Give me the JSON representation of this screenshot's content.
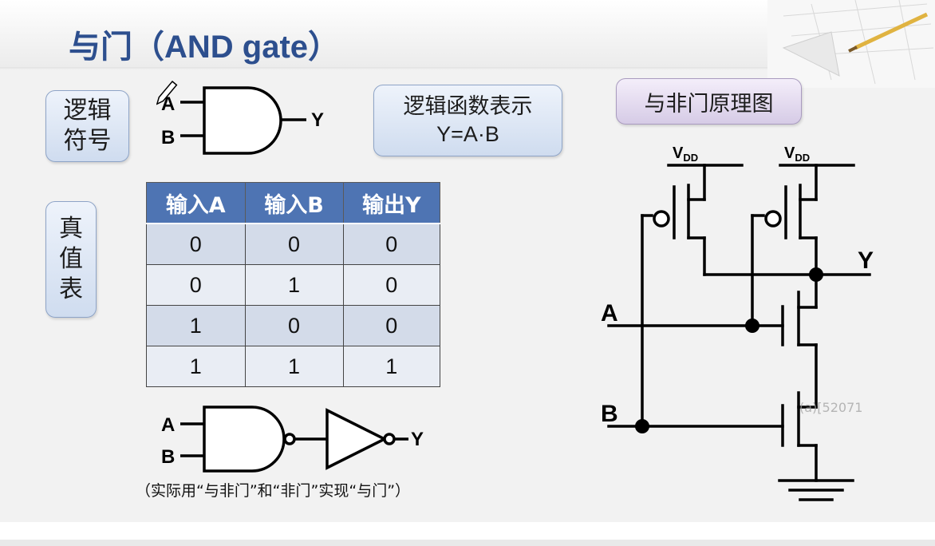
{
  "title": "与门（AND gate）",
  "labels": {
    "logic_symbol": "逻辑符号",
    "truth_table": "真值表",
    "function_heading": "逻辑函数表示",
    "function_expr": "Y=A·B",
    "nand_schematic": "与非门原理图"
  },
  "symbol": {
    "in_a": "A",
    "in_b": "B",
    "out_y": "Y"
  },
  "table": {
    "headers": [
      "输入A",
      "输入B",
      "输出Y"
    ],
    "rows": [
      [
        "0",
        "0",
        "0"
      ],
      [
        "0",
        "1",
        "0"
      ],
      [
        "1",
        "0",
        "0"
      ],
      [
        "1",
        "1",
        "1"
      ]
    ]
  },
  "bottom_circuit": {
    "in_a": "A",
    "in_b": "B",
    "out_y": "Y",
    "note": "（实际用“与非门”和“非门”实现“与门”）"
  },
  "schematic": {
    "vdd_main": "V",
    "vdd_sub": "DD",
    "in_a": "A",
    "in_b": "B",
    "out_y": "Y"
  },
  "watermark": "(a)[52071",
  "colors": {
    "title": "#2d4f8e",
    "table_header": "#4e74b3",
    "row_odd": "#d3dbe9",
    "row_even": "#e9edf4",
    "pill_blue": "#cfdcef",
    "pill_purple": "#d6cbe6"
  }
}
